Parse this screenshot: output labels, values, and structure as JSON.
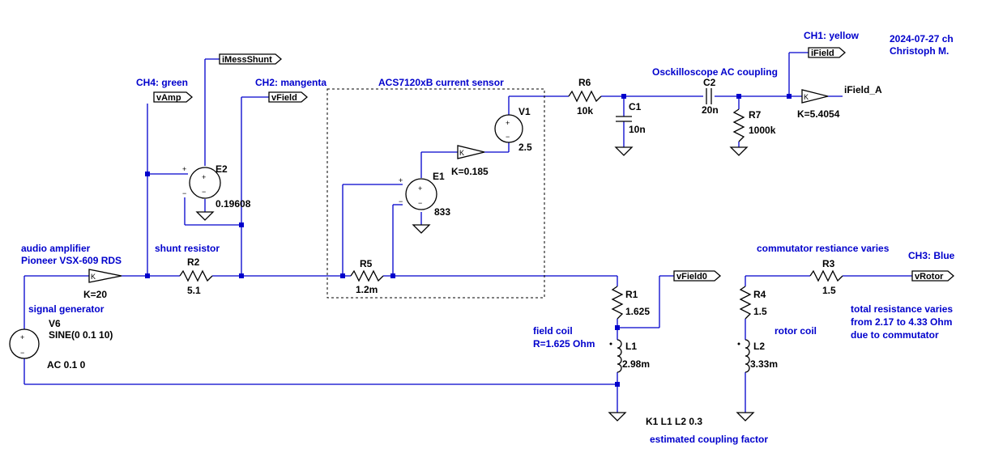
{
  "annotations": {
    "date": "2024-07-27 ch",
    "author": "Christoph M.",
    "ch1": "CH1: yellow",
    "ch2": "CH2: mangenta",
    "ch3": "CH3: Blue",
    "ch4": "CH4: green",
    "ac_coupling": "Osckilloscope AC coupling",
    "sensor_box": "ACS7120xB current sensor",
    "amp_line1": "audio amplifier",
    "amp_line2": "Pioneer VSX-609 RDS",
    "sig_gen": "signal generator",
    "shunt": "shunt resistor",
    "field_coil_1": "field coil",
    "field_coil_2": "R=1.625 Ohm",
    "rotor_coil": "rotor coil",
    "commutator": "commutator restiance varies",
    "total_1": "total resistance varies",
    "total_2": "from 2.17 to 4.33 Ohm",
    "total_3": "due to commutator",
    "coupling_est": "estimated coupling factor"
  },
  "net_labels": {
    "iMessShunt": "iMessShunt",
    "vAmp": "vAmp",
    "vField": "vField",
    "iField": "iField",
    "vField0": "vField0",
    "vRotor": "vRotor",
    "iField_A": "iField_A"
  },
  "components": {
    "V6": {
      "name": "V6",
      "value": "SINE(0 0.1 10)",
      "ac": "AC 0.1 0"
    },
    "Kamp": {
      "gain": "K=20"
    },
    "R2": {
      "name": "R2",
      "value": "5.1"
    },
    "E2": {
      "name": "E2",
      "value": "0.19608"
    },
    "R5": {
      "name": "R5",
      "value": "1.2m"
    },
    "E1": {
      "name": "E1",
      "value": "833"
    },
    "Ksens": {
      "gain": "K=0.185"
    },
    "V1": {
      "name": "V1",
      "value": "2.5"
    },
    "R6": {
      "name": "R6",
      "value": "10k"
    },
    "C1": {
      "name": "C1",
      "value": "10n"
    },
    "C2": {
      "name": "C2",
      "value": "20n"
    },
    "R7": {
      "name": "R7",
      "value": "1000k"
    },
    "Kout": {
      "gain": "K=5.4054"
    },
    "R1": {
      "name": "R1",
      "value": "1.625"
    },
    "L1": {
      "name": "L1",
      "value": "2.98m"
    },
    "R3": {
      "name": "R3",
      "value": "1.5"
    },
    "R4": {
      "name": "R4",
      "value": "1.5"
    },
    "L2": {
      "name": "L2",
      "value": "3.33m"
    },
    "K1": {
      "directive": "K1 L1 L2 0.3"
    }
  },
  "symbols": {
    "plus": "+",
    "minus": "−",
    "k": "K"
  }
}
